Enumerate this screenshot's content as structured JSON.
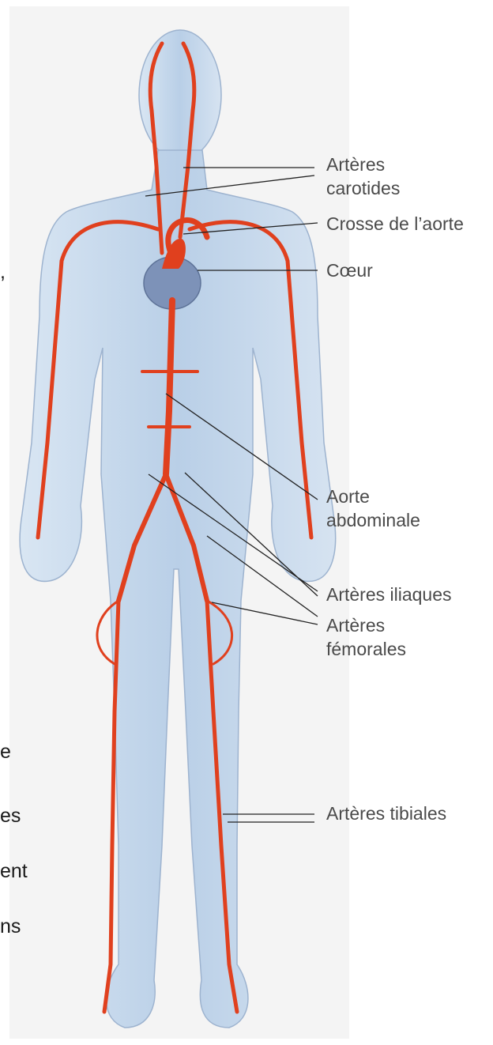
{
  "labels": {
    "carotides_1": "Artères",
    "carotides_2": "carotides",
    "crosse": "Crosse de l’aorte",
    "coeur": "Cœur",
    "aorte_abd_1": "Aorte",
    "aorte_abd_2": "abdominale",
    "iliaques": "Artères iliaques",
    "femorales_1": "Artères",
    "femorales_2": "fémorales",
    "tibiales": "Artères tibiales"
  },
  "left_text_fragments": [
    ",",
    "e",
    "es",
    "ent",
    "ns"
  ],
  "colors": {
    "artery": "#e0401e",
    "body_fill": "#c6d8ec",
    "body_outline": "#9db3cf",
    "heart": "#7d92b8",
    "leader_line": "#222222",
    "label_text": "#4a4a4a"
  }
}
